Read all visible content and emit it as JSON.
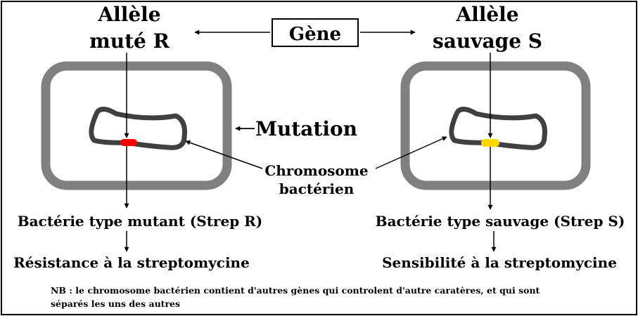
{
  "labels": {
    "allele_mute_line1": "Allèle",
    "allele_mute_line2": "muté R",
    "allele_sauvage_line1": "Allèle",
    "allele_sauvage_line2": "sauvage S",
    "gene": "Gène",
    "mutation": "Mutation",
    "chromosome_line1": "Chromosome",
    "chromosome_line2": "bactérien",
    "bacterie_mutant": "Bactérie type mutant (Strep R)",
    "bacterie_sauvage": "Bactérie type sauvage (Strep S)",
    "resistance": "Résistance à la streptomycine",
    "sensibilite": "Sensibilité à la streptomycine",
    "nb_line1": "NB : le chromosome bactérien contient d'autres gènes qui controlent d'autre caratères, et qui sont",
    "nb_line2": "séparés les uns des autres"
  },
  "colors": {
    "cell_wall": "#808080",
    "chromosome": "#404040",
    "allele_mutant": "#ff0000",
    "allele_wild": "#ffd700",
    "border": "#000000"
  }
}
